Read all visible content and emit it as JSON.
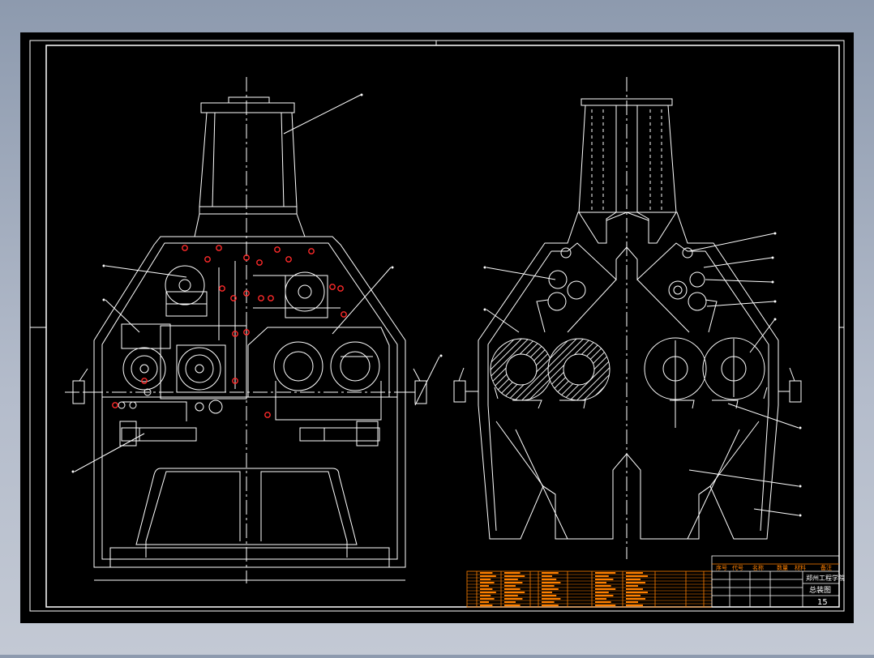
{
  "colors": {
    "background": "#000000",
    "frame": "#ffffff",
    "linework": "#ffffff",
    "marker": "#ff2a2a",
    "table_text": "#ff8000",
    "title_text": "#ffffff",
    "hatch": "#ffffff"
  },
  "title_block": {
    "org": "郑州工程学院",
    "drawing_name": "总装图",
    "sheet_code": "15",
    "header_cells": [
      "序号",
      "代号",
      "名称",
      "数量",
      "材料",
      "备注"
    ]
  },
  "parts_list_note": "orange bill-of-materials rows (illegible at this resolution)"
}
